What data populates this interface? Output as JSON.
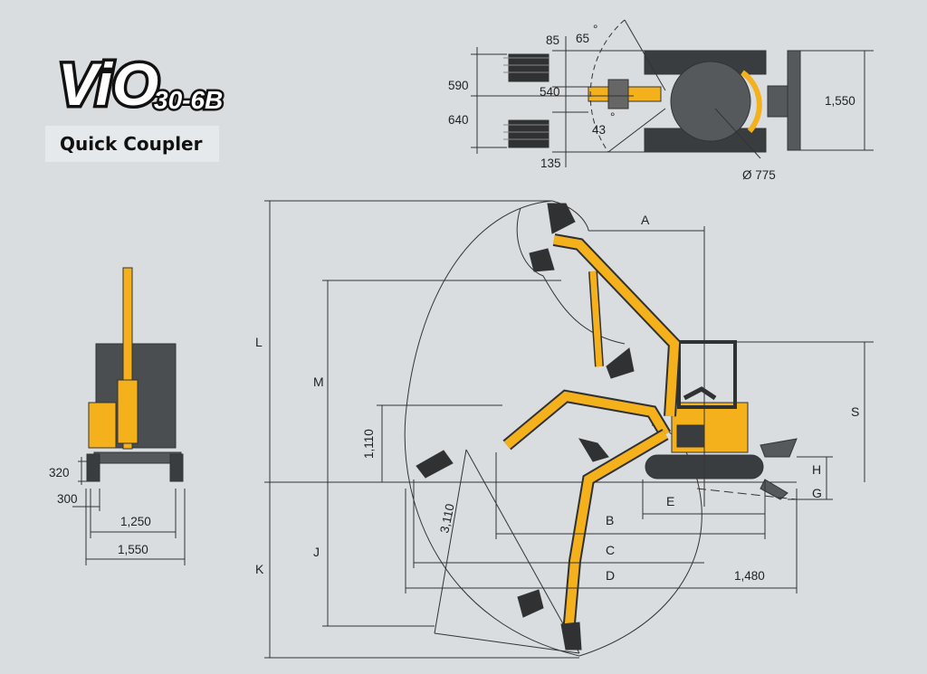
{
  "logo": {
    "model": "ViO",
    "variant": "30-6B"
  },
  "subtitle": "Quick Coupler",
  "colors": {
    "machine": "#f4b11c",
    "dark": "#3a3d40",
    "line": "#333333",
    "background": "#d9dde0"
  },
  "top_view": {
    "dim_85": "85",
    "angle_65": "65",
    "angle_65_deg": "°",
    "dim_590": "590",
    "dim_540": "540",
    "dim_640": "640",
    "angle_43": "43",
    "angle_43_deg": "°",
    "dim_135": "135",
    "width_1550": "1,550",
    "swing_diameter": "Ø 775"
  },
  "front_view": {
    "dim_320": "320",
    "dim_300": "300",
    "dim_1250": "1,250",
    "dim_1550": "1,550"
  },
  "side_view": {
    "A": "A",
    "B": "B",
    "C": "C",
    "D": "D",
    "E": "E",
    "G": "G",
    "H": "H",
    "J": "J",
    "K": "K",
    "L": "L",
    "M": "M",
    "S": "S",
    "dim_1110": "1,110",
    "dim_3110": "3,110",
    "dim_1480": "1,480"
  }
}
